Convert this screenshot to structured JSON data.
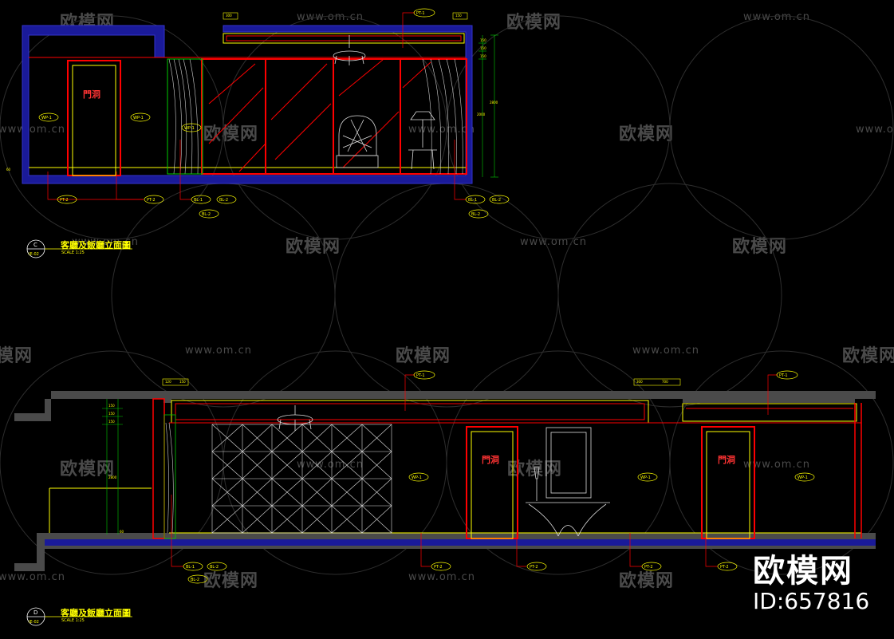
{
  "watermark": {
    "brand": "欧模网",
    "url": "www.om.cn"
  },
  "brand_overlay": {
    "logo": "欧模网",
    "id": "ID:657816"
  },
  "drawing_c": {
    "marker_id": "C",
    "marker_sheet": "IE-02",
    "title": "客廳及飯廳立面圖",
    "scale": "SCALE 1:25",
    "door_label": "門洞",
    "tags": {
      "wp": "WP-1",
      "pt1": "PT-1",
      "pt2": "PT-2",
      "bl1": "BL-1",
      "bl2": "BL-2"
    },
    "dims": [
      "300",
      "150",
      "150",
      "150",
      "150",
      "2000",
      "2800",
      "60"
    ]
  },
  "drawing_d": {
    "marker_id": "D",
    "marker_sheet": "IE-02",
    "title": "客廳及飯廳立面圖",
    "scale": "SCALE 1:25",
    "door_label": "門洞",
    "tags": {
      "wp": "WP-1",
      "pt1": "PT-1",
      "pt2": "PT-2",
      "bl1": "BL-1",
      "bl2": "BL-2"
    },
    "dims": [
      "120",
      "150",
      "300",
      "700",
      "150",
      "150",
      "150",
      "2800",
      "60"
    ]
  },
  "colors": {
    "wall": "#1a1a99",
    "line": "#ff0000",
    "yellow": "#ffff00",
    "white": "#ffffff",
    "cyan": "#00ffff",
    "green": "#00cc00",
    "slab": "#4a4a4a"
  }
}
